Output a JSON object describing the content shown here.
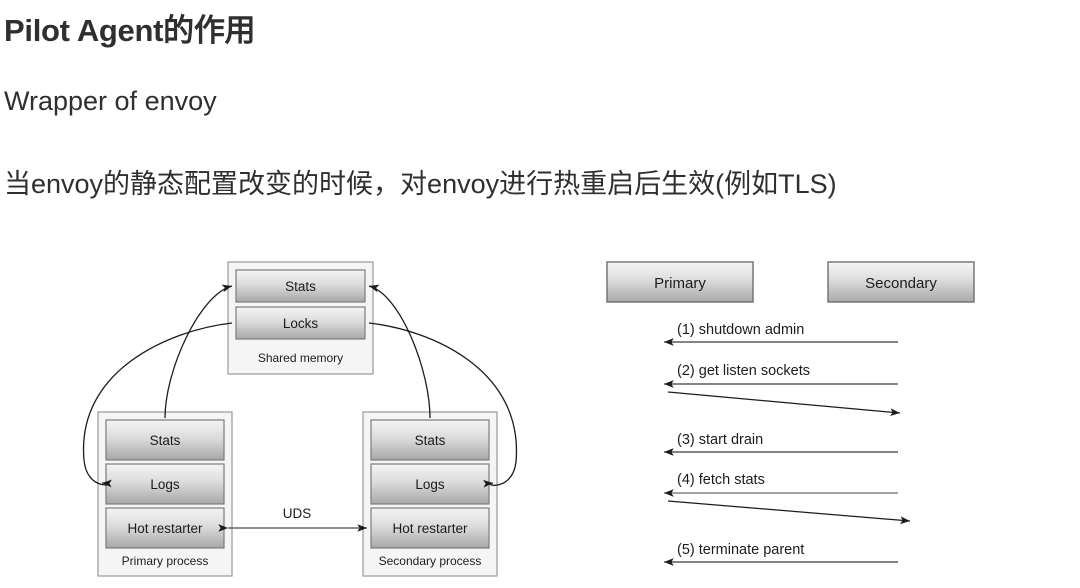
{
  "slide": {
    "title": "Pilot Agent的作用",
    "line_1": "Wrapper of envoy",
    "line_2": "当envoy的静态配置改变的时候，对envoy进行热重启后生效(例如TLS)"
  },
  "architecture_diagram": {
    "shared_memory": {
      "caption": "Shared memory",
      "blocks": [
        "Stats",
        "Locks"
      ]
    },
    "primary_process": {
      "caption": "Primary process",
      "blocks": [
        "Stats",
        "Logs",
        "Hot restarter"
      ]
    },
    "secondary_process": {
      "caption": "Secondary process",
      "blocks": [
        "Stats",
        "Logs",
        "Hot restarter"
      ]
    },
    "connection_label": "UDS"
  },
  "sequence_diagram": {
    "lifelines": [
      "Primary",
      "Secondary"
    ],
    "messages": [
      {
        "label": "(1) shutdown admin",
        "direction": "right-to-left"
      },
      {
        "label": "(2) get listen sockets",
        "direction": "right-to-left"
      },
      {
        "label": "",
        "direction": "left-to-right-slanted"
      },
      {
        "label": "(3) start drain",
        "direction": "right-to-left"
      },
      {
        "label": "(4) fetch stats",
        "direction": "right-to-left"
      },
      {
        "label": "",
        "direction": "left-to-right-slanted"
      },
      {
        "label": "(5) terminate parent",
        "direction": "right-to-left"
      }
    ]
  },
  "colors": {
    "text": "#2f2f2f",
    "block_fill_light": "#f2f2f2",
    "block_fill_dark": "#a9a9a9",
    "container_fill": "#f5f5f5",
    "stroke": "#808080",
    "arrow": "#1c1c1c"
  }
}
